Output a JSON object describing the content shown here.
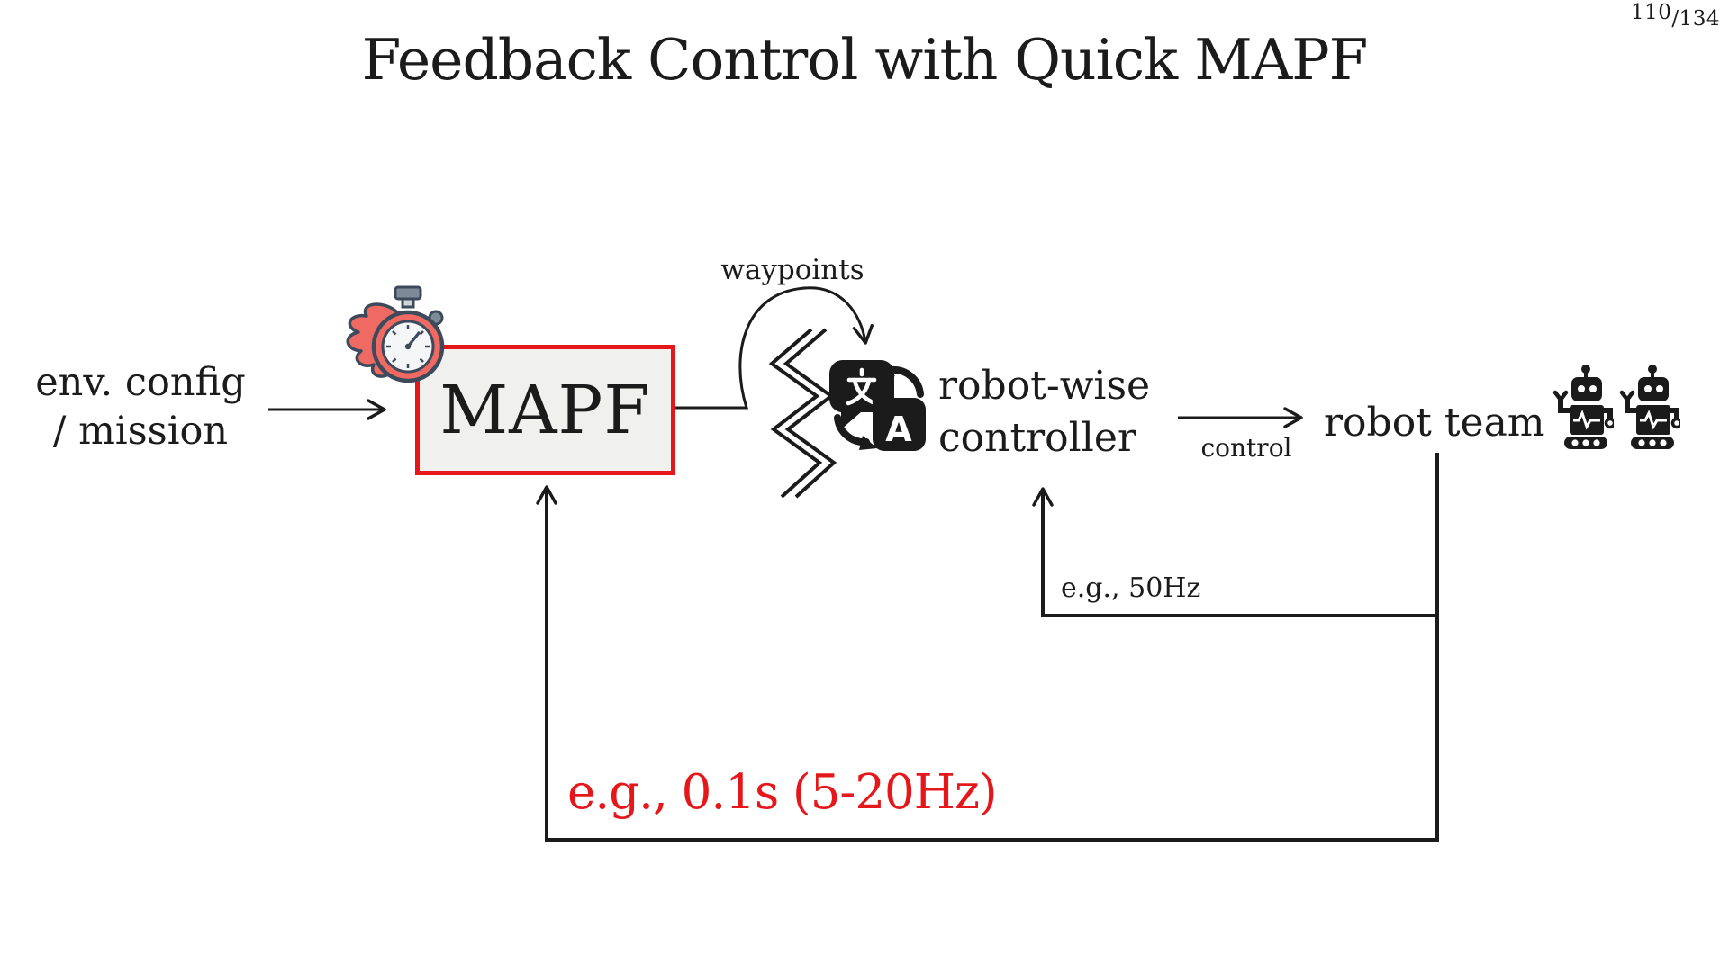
{
  "page": {
    "number_numerator": "110",
    "number_denominator": "/134"
  },
  "title": "Feedback Control with Quick MAPF",
  "nodes": {
    "input": {
      "line1": "env. config",
      "line2": "/ mission"
    },
    "mapf": {
      "label": "MAPF"
    },
    "controller": {
      "line1": "robot-wise",
      "line2": "controller"
    },
    "robot_team": {
      "label": "robot team"
    }
  },
  "edges": {
    "waypoints_label": "waypoints",
    "control_label": "control",
    "controller_feedback_label": "e.g., 50Hz",
    "mapf_feedback_label": "e.g., 0.1s (5-20Hz)"
  },
  "icons": {
    "stopwatch": "speed-stopwatch-with-flames",
    "translate": "translate-waypoints-to-control",
    "translate_glyph_a": "A",
    "robot": "robot",
    "robot_count": 2
  },
  "colors": {
    "ink": "#1b1b1b",
    "accent_red": "#e5171b",
    "mapf_fill": "#f0f0ee",
    "stopwatch_red": "#ee6a62",
    "stopwatch_outline": "#3d4a5c",
    "stopwatch_face": "#f4f6f7",
    "stopwatch_button": "#7d8a97"
  }
}
